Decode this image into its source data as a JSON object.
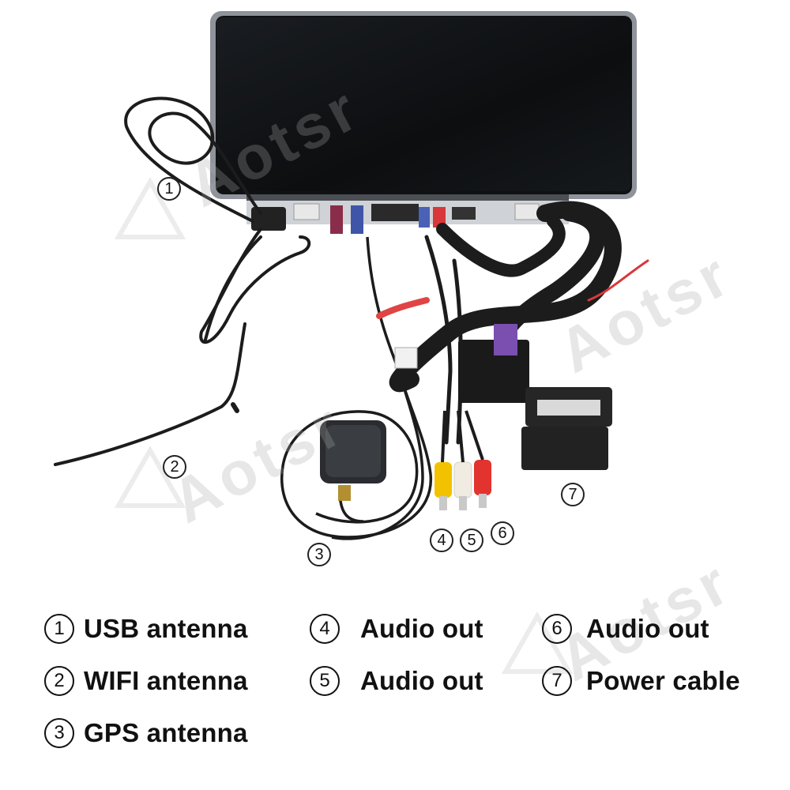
{
  "photo": {
    "callouts": [
      {
        "id": "1",
        "number": "1"
      },
      {
        "id": "2",
        "number": "2"
      },
      {
        "id": "3",
        "number": "3"
      },
      {
        "id": "4",
        "number": "4"
      },
      {
        "id": "5",
        "number": "5"
      },
      {
        "id": "6",
        "number": "6"
      },
      {
        "id": "7",
        "number": "7"
      }
    ],
    "watermark": "Aotsr"
  },
  "legend": {
    "items": [
      {
        "number": "1",
        "label": "USB antenna"
      },
      {
        "number": "2",
        "label": "WIFI antenna"
      },
      {
        "number": "3",
        "label": "GPS antenna"
      },
      {
        "number": "4",
        "label": "Audio out"
      },
      {
        "number": "5",
        "label": "Audio out"
      },
      {
        "number": "6",
        "label": "Audio out"
      },
      {
        "number": "7",
        "label": "Power cable"
      }
    ]
  },
  "colors": {
    "screen": "#111315",
    "frame": "#8f949b",
    "cable": "#1c1c1c",
    "rca_yellow": "#f2c200",
    "rca_white": "#f1ece2",
    "rca_red": "#e2332f"
  }
}
